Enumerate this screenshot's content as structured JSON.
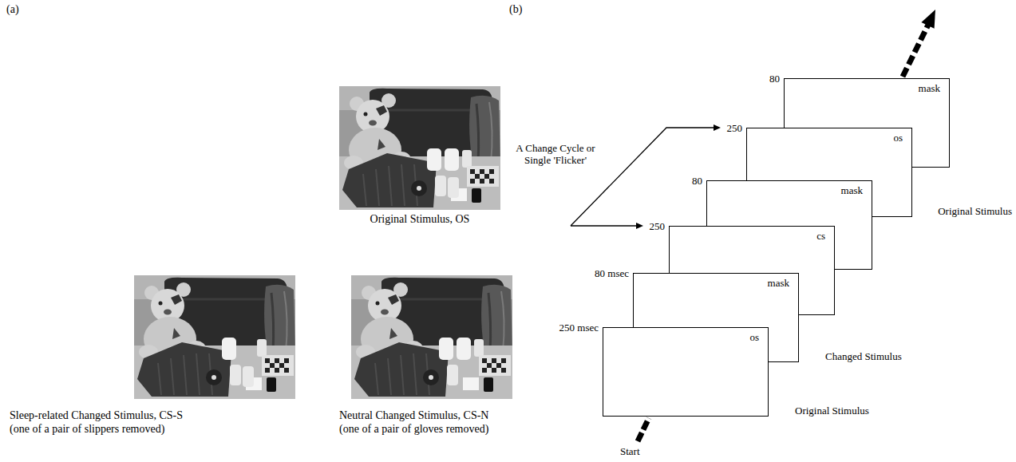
{
  "diagram": {
    "nodes": [
      {
        "text": [
          "250 msec",
          "os"
        ]
      },
      {
        "text": [
          "80 msec",
          "mask"
        ]
      },
      {
        "text": [
          "250",
          "cs"
        ]
      },
      {
        "text": [
          "80",
          "mask"
        ]
      },
      {
        "text": [
          "250",
          "os"
        ]
      },
      {
        "text": [
          "80",
          "mask"
        ]
      }
    ],
    "labels": [
      "(a)",
      "(b)",
      "Original Stimulus, OS",
      "Sleep-related Changed Stimulus, CS-S",
      "(one of a pair of slippers removed)",
      "Neutral Changed Stimulus, CS-N",
      "(one of a pair of gloves removed)",
      "A Change Cycle or Single 'Flicker'",
      "Original Stimulus",
      "Changed Stimulus",
      "Original Stimulus",
      "Start"
    ]
  }
}
